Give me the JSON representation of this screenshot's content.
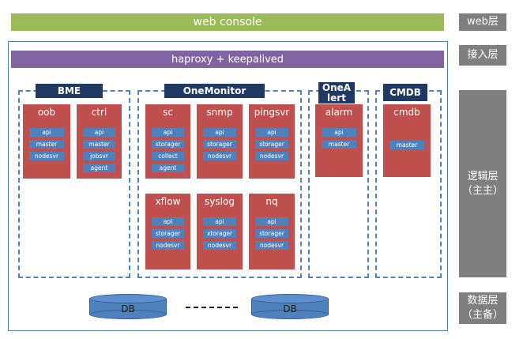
{
  "web_bar": "web console",
  "haproxy": "haproxy + keepalived",
  "layers": {
    "web": "web层",
    "access": "接入层",
    "logic_line1": "逻辑层",
    "logic_line2": "（主主）",
    "data_line1": "数据层",
    "data_line2": "（主备）"
  },
  "groups": {
    "bme": "BME",
    "onemonitor": "OneMonitor",
    "onealert_line1": "OneA",
    "onealert_line2": "lert",
    "cmdb": "CMDB"
  },
  "services": {
    "oob": {
      "name": "oob",
      "chips": [
        "api",
        "master",
        "nodesvr"
      ]
    },
    "ctrl": {
      "name": "ctrl",
      "chips": [
        "api",
        "master",
        "jobsvr",
        "agent"
      ]
    },
    "sc": {
      "name": "sc",
      "chips": [
        "api",
        "storager",
        "collect",
        "agent"
      ]
    },
    "snmp": {
      "name": "snmp",
      "chips": [
        "api",
        "storager",
        "nodesvr"
      ]
    },
    "pingsvr": {
      "name": "pingsvr",
      "chips": [
        "api",
        "storager",
        "nodesvr"
      ]
    },
    "xflow": {
      "name": "xflow",
      "chips": [
        "api",
        "storager",
        "nodesvr"
      ]
    },
    "syslog": {
      "name": "syslog",
      "chips": [
        "api",
        "xtorager",
        "nodesvr"
      ]
    },
    "nq": {
      "name": "nq",
      "chips": [
        "api",
        "storager",
        "nodesvr"
      ]
    },
    "alarm": {
      "name": "alarm",
      "chips": [
        "api",
        "master"
      ]
    },
    "cmdb": {
      "name": "cmdb",
      "chips": [
        "master"
      ]
    }
  },
  "db": {
    "left": "DB",
    "right": "DB"
  },
  "colors": {
    "web_bar": "#9bbb59",
    "haproxy": "#8064a2",
    "service": "#c0504d",
    "chip": "#4f81bd",
    "group_header": "#1f3864",
    "layer_label": "#7f7f7f",
    "border": "#4f81bd"
  }
}
